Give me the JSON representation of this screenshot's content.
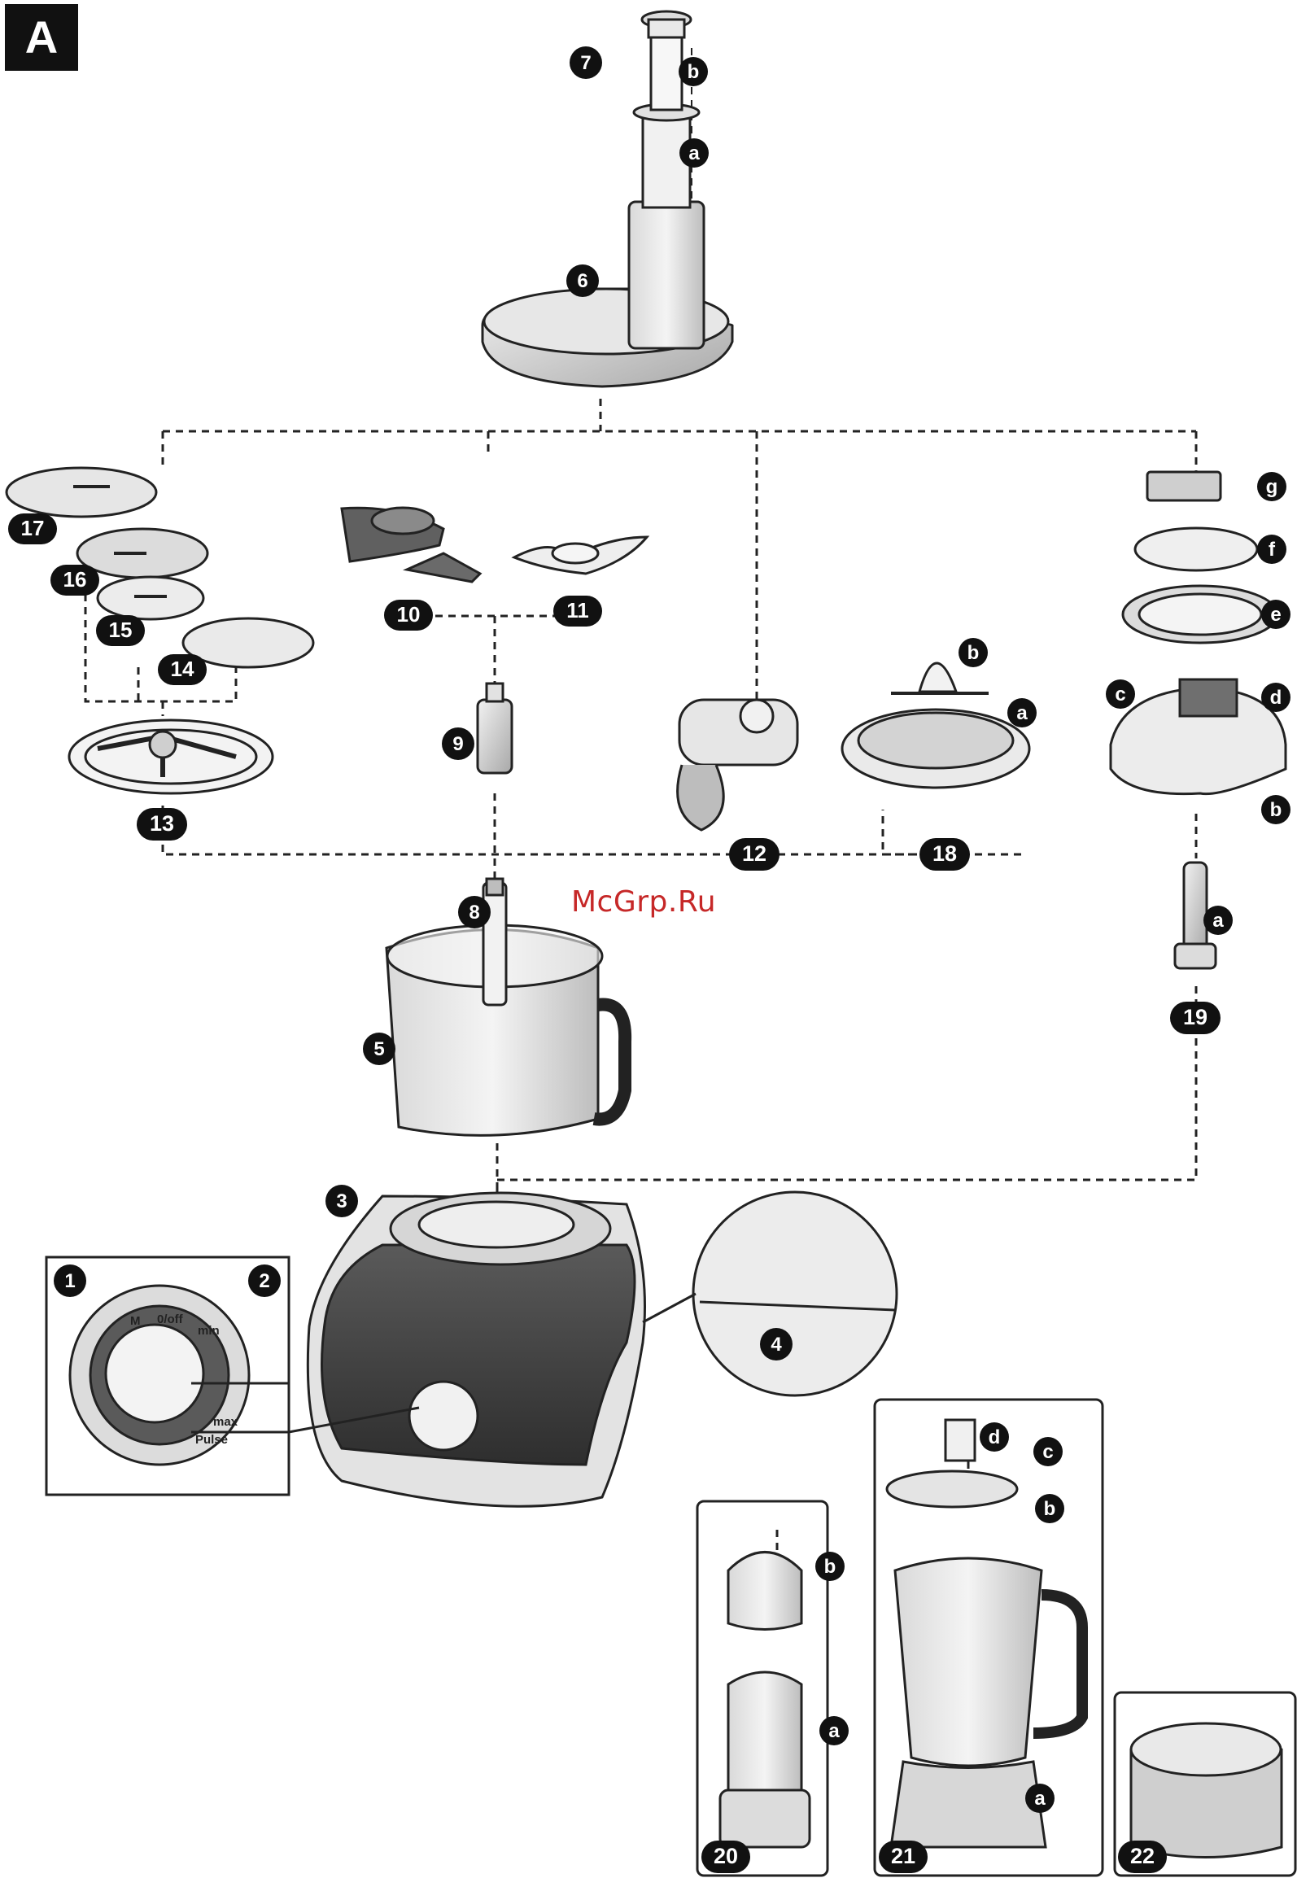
{
  "section_letter": "A",
  "watermark": "McGrp.Ru",
  "callouts": {
    "c1": "1",
    "c2": "2",
    "c3": "3",
    "c4": "4",
    "c5": "5",
    "c6": "6",
    "c7": "7",
    "c8": "8",
    "c9": "9",
    "c10": "10",
    "c11": "11",
    "c12": "12",
    "c13": "13",
    "c14": "14",
    "c15": "15",
    "c16": "16",
    "c17": "17",
    "c18": "18",
    "c19": "19",
    "c20": "20",
    "c21": "21",
    "c22": "22"
  },
  "letters": {
    "a": "a",
    "b": "b",
    "c": "c",
    "d": "d",
    "e": "e",
    "f": "f",
    "g": "g"
  },
  "dial_labels": {
    "m": "M",
    "off": "0/off",
    "min": "min",
    "max": "max",
    "pulse": "Pulse"
  }
}
